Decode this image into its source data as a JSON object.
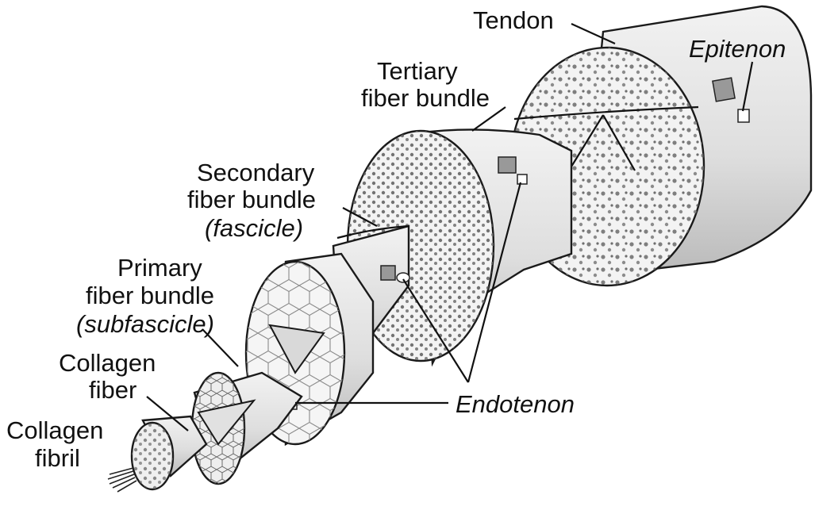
{
  "labels": {
    "tendon": "Tendon",
    "epitenon": "Epitenon",
    "tertiary_line1": "Tertiary",
    "tertiary_line2": "fiber bundle",
    "secondary_line1": "Secondary",
    "secondary_line2": "fiber bundle",
    "secondary_line3": "(fascicle)",
    "primary_line1": "Primary",
    "primary_line2": "fiber bundle",
    "primary_line3": "(subfascicle)",
    "collagen_fiber_line1": "Collagen",
    "collagen_fiber_line2": "fiber",
    "collagen_fibril_line1": "Collagen",
    "collagen_fibril_line2": "fibril",
    "endotenon": "Endotenon"
  },
  "colors": {
    "outline": "#1a1a1a",
    "tissue_fill": "#e6e6e6",
    "tissue_shade": "#cfcfcf",
    "cross_section": "#f3f3f3",
    "fiber_dots": "#6b6b6b"
  }
}
